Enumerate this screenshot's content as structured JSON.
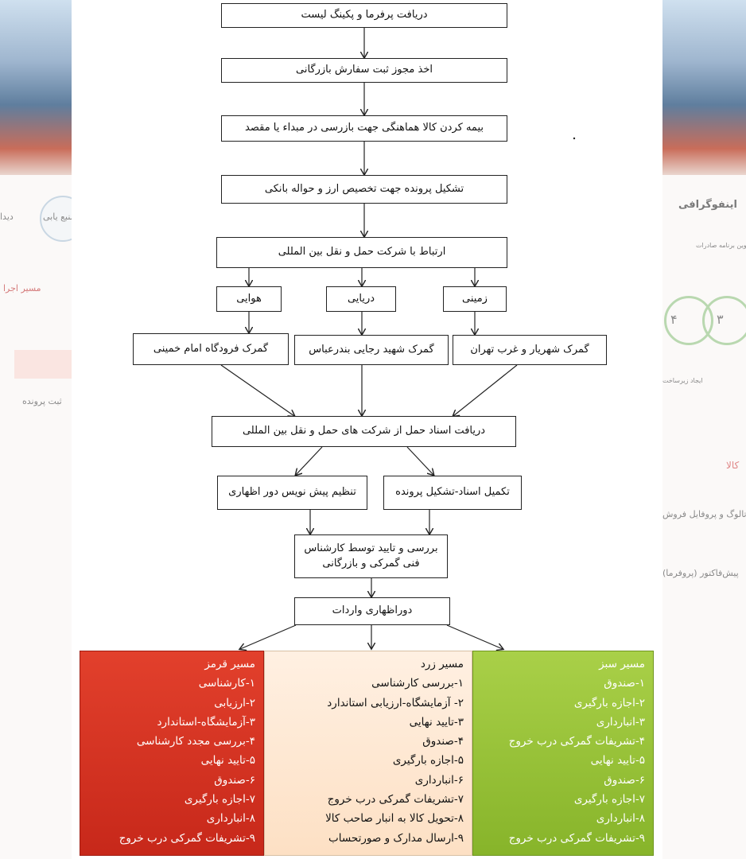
{
  "background": {
    "left_texts": [
      "منبع یابی",
      "دیدا",
      "مسیر اجرا",
      "ثبت پرونده"
    ],
    "right_texts": [
      "اینفوگرافی",
      "تدوین برنامه صادرات",
      "ایجاد زیرساخت",
      "کالا",
      "اتالوگ و پروفایل فروش",
      "پیش‌فاکتور (پروفرما)",
      "۴",
      "۳"
    ]
  },
  "flow": {
    "step1": "دریافت پرفرما و پکینگ لیست",
    "step2": "اخذ مجوز ثبت سفارش بازرگانی",
    "step3": "بیمه کردن کالا هماهنگی جهت بازرسی در مبداء یا مقصد",
    "step4": "تشکیل پرونده جهت تخصیص ارز و حواله بانکی",
    "step5": "ارتباط با شرکت حمل و نقل بین المللی",
    "mode_air": "هوایی",
    "mode_sea": "دریایی",
    "mode_land": "زمینی",
    "customs_air": "گمرک فرودگاه امام خمینی",
    "customs_sea": "گمرک شهید رجایی بندرعباس",
    "customs_land": "گمرک شهریار و غرب تهران",
    "docs": "دریافت اسناد حمل از شرکت های حمل و نقل بین المللی",
    "draft": "تنظیم پیش نویس دور اظهاری",
    "complete": "تکمیل اسناد-تشکیل پرونده",
    "review_line1": "بررسی و تایید توسط کارشناس",
    "review_line2": "فنی گمرکی و بازرگانی",
    "declaration": "دوراظهاری واردات"
  },
  "paths": {
    "red": {
      "color": "#d2301f",
      "title": "مسیر قرمز",
      "items": [
        "۱-کارشناسی",
        "۲-ارزیابی",
        "۳-آزمایشگاه-استاندارد",
        "۴-بررسی مجدد کارشناسی",
        "۵-تایید نهایی",
        "۶-صندوق",
        "۷-اجازه بارگیری",
        "۸-انبارداری",
        "۹-تشریفات گمرکی درب خروج"
      ]
    },
    "yellow": {
      "color": "#fde7d0",
      "title": "مسیر زرد",
      "items": [
        "۱-بررسی کارشناسی",
        "۲- آزمایشگاه-ارزیابی استاندارد",
        "۳-تایید نهایی",
        "۴-صندوق",
        "۵-اجازه بارگیری",
        "۶-انبارداری",
        "۷-تشریفات گمرکی درب خروج",
        "۸-تحویل کالا به انبار صاحب کالا",
        "۹-ارسال مدارک و صورتحساب"
      ]
    },
    "green": {
      "color": "#98c23a",
      "title": "مسیر سبز",
      "items": [
        "۱-صندوق",
        "۲-اجازه بارگیری",
        "۳-انبارداری",
        "۴-تشریفات گمرکی درب خروج",
        "۵-تایید نهایی",
        "۶-صندوق",
        "۷-اجازه بارگیری",
        "۸-انبارداری",
        "۹-تشریفات گمرکی درب خروج"
      ]
    }
  }
}
